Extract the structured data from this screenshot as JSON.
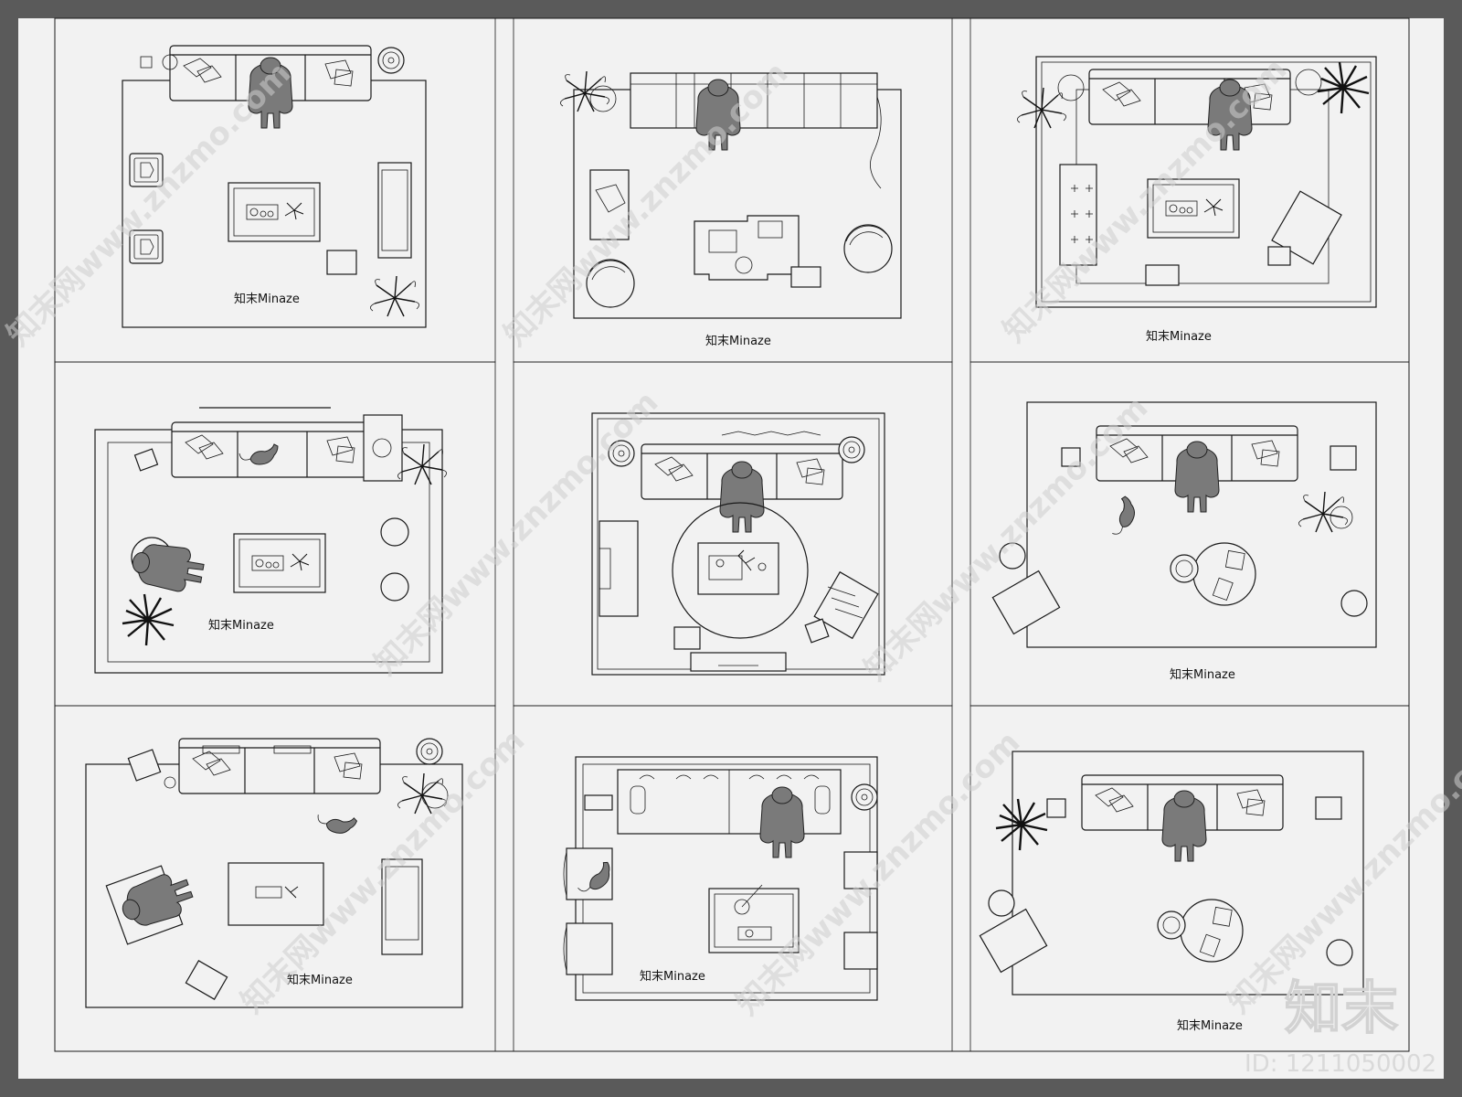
{
  "brand_label": "知末Minaze",
  "watermark_text": "知末网www.znzmo.com",
  "corner_logo": "知末",
  "image_id": "ID: 1211050002",
  "colors": {
    "frame": "#5a5a5a",
    "paper": "#f2f2f2",
    "line": "#1a1a1a",
    "person": "#7a7a7a",
    "watermark": "#cfcfcf"
  },
  "panels": [
    {
      "id": "p1",
      "label": "知末Minaze"
    },
    {
      "id": "p2",
      "label": "知末Minaze"
    },
    {
      "id": "p3",
      "label": "知末Minaze"
    },
    {
      "id": "p4",
      "label": "知末Minaze"
    },
    {
      "id": "p5",
      "label": ""
    },
    {
      "id": "p6",
      "label": "知末Minaze"
    },
    {
      "id": "p7",
      "label": "知末Minaze"
    },
    {
      "id": "p8",
      "label": "知末Minaze"
    },
    {
      "id": "p9",
      "label": "知末Minaze"
    }
  ]
}
